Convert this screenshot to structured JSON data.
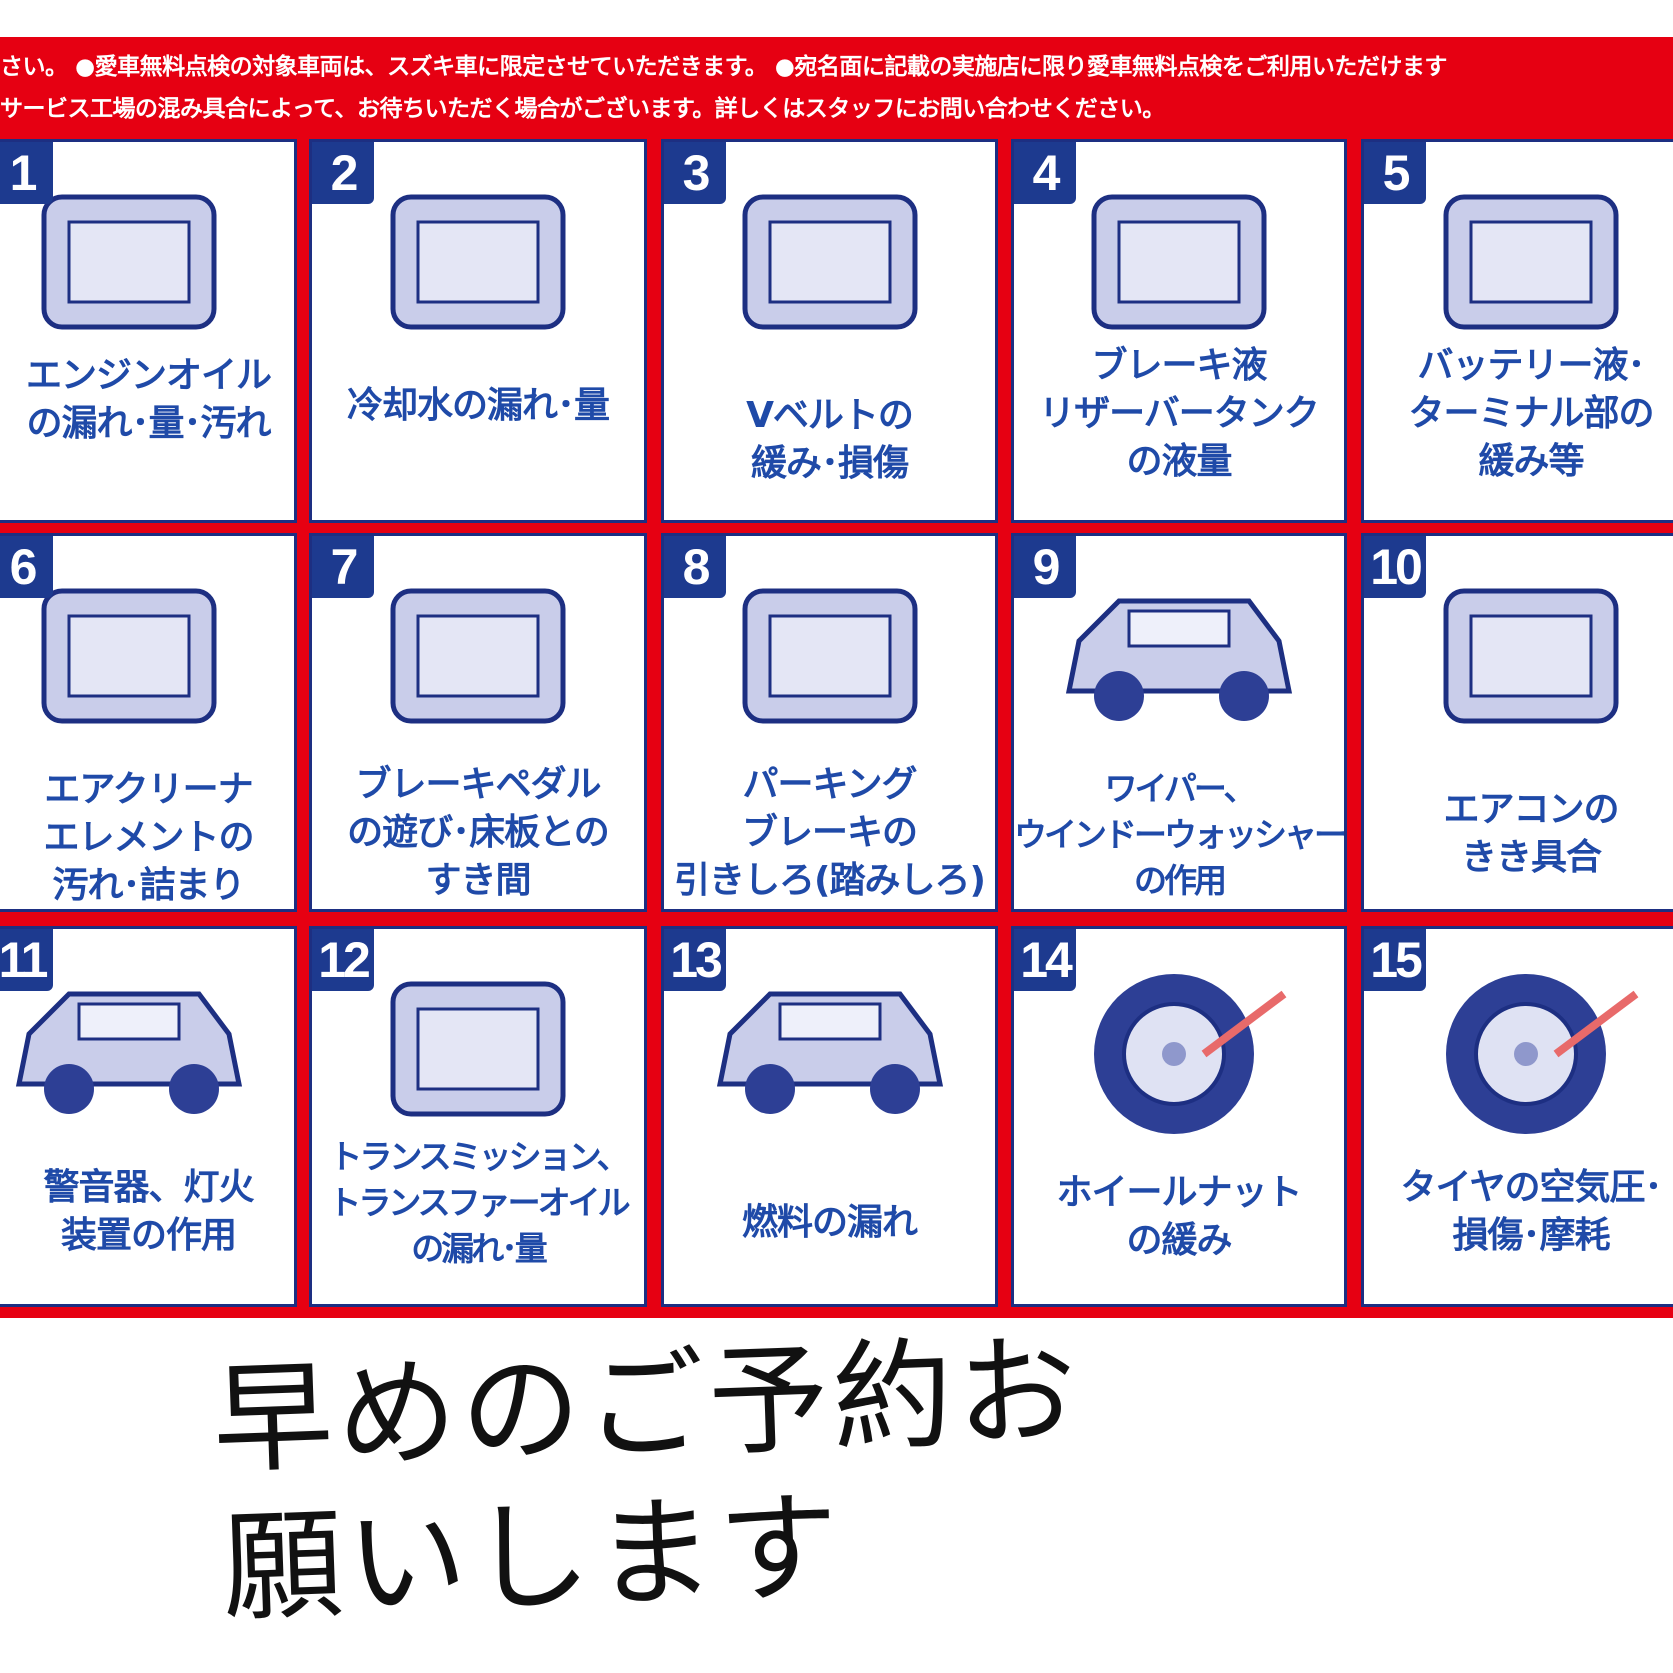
{
  "banner": {
    "line1": "さい。 ●愛車無料点検の対象車両は、スズキ車に限定させていただきます。 ●宛名面に記載の実施店に限り愛車無料点検をご利用いただけます",
    "line2": "サービス工場の混み具合によって、お待ちいただく場合がございます。詳しくはスタッフにお問い合わせください。"
  },
  "items": [
    {
      "num": "1",
      "label": "エンジンオイル\nの漏れ･量･汚れ",
      "icon": "oil-dipstick-icon"
    },
    {
      "num": "2",
      "label": "冷却水の漏れ･量",
      "icon": "radiator-icon"
    },
    {
      "num": "3",
      "label": "Vベルトの\n緩み･損傷",
      "icon": "v-belt-icon"
    },
    {
      "num": "4",
      "label": "ブレーキ液\nリザーバータンク\nの液量",
      "icon": "brake-fluid-reservoir-icon"
    },
    {
      "num": "5",
      "label": "バッテリー液･\nターミナル部の\n緩み等",
      "icon": "battery-icon"
    },
    {
      "num": "6",
      "label": "エアクリーナ\nエレメントの\n汚れ･詰まり",
      "icon": "air-filter-icon"
    },
    {
      "num": "7",
      "label": "ブレーキペダル\nの遊び･床板との\nすき間",
      "icon": "brake-pedal-icon"
    },
    {
      "num": "8",
      "label": "パーキング\nブレーキの\n引きしろ(踏みしろ)",
      "icon": "parking-brake-icon"
    },
    {
      "num": "9",
      "label": "ワイパー、\nウインドーウォッシャー\nの作用",
      "icon": "wiper-icon"
    },
    {
      "num": "10",
      "label": "エアコンの\nきき具合",
      "icon": "air-conditioner-icon"
    },
    {
      "num": "11",
      "label": "警音器、灯火\n装置の作用",
      "icon": "car-lights-icon"
    },
    {
      "num": "12",
      "label": "トランスミッション、\nトランスファーオイル\nの漏れ･量",
      "icon": "transmission-icon"
    },
    {
      "num": "13",
      "label": "燃料の漏れ",
      "icon": "fuel-leak-icon"
    },
    {
      "num": "14",
      "label": "ホイールナット\nの緩み",
      "icon": "wheel-nut-icon"
    },
    {
      "num": "15",
      "label": "タイヤの空気圧･\n損傷･摩耗",
      "icon": "tire-pressure-icon"
    }
  ],
  "handwriting": {
    "line1": "早めのご予約お",
    "line2": "願いします"
  }
}
